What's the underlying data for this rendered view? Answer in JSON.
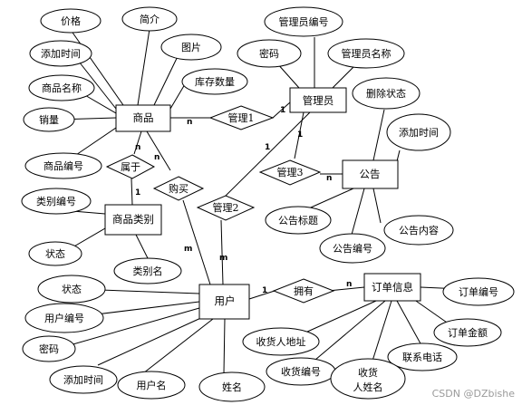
{
  "entities": {
    "goods": "商品",
    "admin": "管理员",
    "notice": "公告",
    "category": "商品类别",
    "user": "用户",
    "order": "订单信息"
  },
  "relations": {
    "manage1": "管理1",
    "manage2": "管理2",
    "manage3": "管理3",
    "belong": "属于",
    "buy": "购买",
    "own": "拥有"
  },
  "attributes": {
    "goods": [
      "价格",
      "简介",
      "图片",
      "添加时间",
      "商品名称",
      "库存数量",
      "销量",
      "商品编号"
    ],
    "admin": [
      "管理员编号",
      "密码",
      "管理员名称"
    ],
    "notice": [
      "删除状态",
      "添加时间",
      "公告标题",
      "公告内容",
      "公告编号"
    ],
    "category": [
      "类别编号",
      "状态",
      "类别名"
    ],
    "user": [
      "状态",
      "用户编号",
      "密码",
      "添加时间",
      "用户名",
      "姓名"
    ],
    "order": [
      "订单编号",
      "订单金额",
      "联系电话",
      "收货人地址",
      "收货编号",
      "收货",
      "人姓名"
    ]
  },
  "cardinalities": {
    "goods_manage1": "n",
    "admin_manage1": "1",
    "admin_manage3": "1",
    "notice_manage3": "n",
    "admin_manage2": "1",
    "user_manage2": "m",
    "goods_belong": "n",
    "category_belong": "1",
    "goods_buy": "n",
    "user_buy": "m",
    "user_own": "1",
    "order_own": "n"
  },
  "watermark": "CSDN @DZbishe"
}
